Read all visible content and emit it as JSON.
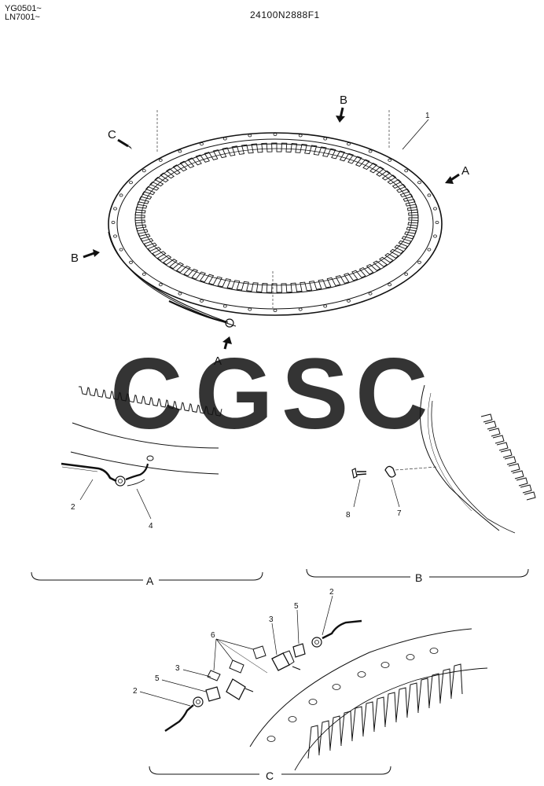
{
  "header": {
    "applicability_1": "YG0501~",
    "applicability_2": "LN7001~",
    "drawing_number": "24100N2888F1"
  },
  "watermark": {
    "letters": [
      "C",
      "G",
      "S",
      "C"
    ],
    "colors": [
      "#6fa3ee",
      "#ef8a80",
      "#fbd46d",
      "#5fbf8f"
    ]
  },
  "callouts": {
    "item_1": "1",
    "item_2": "2",
    "item_3": "3",
    "item_4": "4",
    "item_5": "5",
    "item_6": "6",
    "item_7": "7",
    "item_8": "8"
  },
  "view_arrows": {
    "A": "A",
    "B": "B",
    "C": "C"
  },
  "detail_views": {
    "A": "A",
    "B": "B",
    "C": "C"
  }
}
